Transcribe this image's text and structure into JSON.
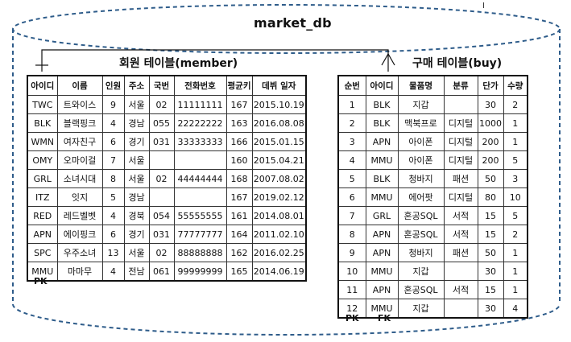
{
  "database": {
    "name": "market_db"
  },
  "member_table": {
    "title": "회원 테이블(member)",
    "columns": [
      "아이디",
      "이름",
      "인원",
      "주소",
      "국번",
      "전화번호",
      "평균키",
      "데뷔 일자"
    ],
    "rows": [
      [
        "TWC",
        "트와이스",
        "9",
        "서울",
        "02",
        "11111111",
        "167",
        "2015.10.19"
      ],
      [
        "BLK",
        "블랙핑크",
        "4",
        "경남",
        "055",
        "22222222",
        "163",
        "2016.08.08"
      ],
      [
        "WMN",
        "여자친구",
        "6",
        "경기",
        "031",
        "33333333",
        "166",
        "2015.01.15"
      ],
      [
        "OMY",
        "오마이걸",
        "7",
        "서울",
        "",
        "",
        "160",
        "2015.04.21"
      ],
      [
        "GRL",
        "소녀시대",
        "8",
        "서울",
        "02",
        "44444444",
        "168",
        "2007.08.02"
      ],
      [
        "ITZ",
        "잇지",
        "5",
        "경남",
        "",
        "",
        "167",
        "2019.02.12"
      ],
      [
        "RED",
        "레드벨벳",
        "4",
        "경북",
        "054",
        "55555555",
        "161",
        "2014.08.01"
      ],
      [
        "APN",
        "에이핑크",
        "6",
        "경기",
        "031",
        "77777777",
        "164",
        "2011.02.10"
      ],
      [
        "SPC",
        "우주소녀",
        "13",
        "서울",
        "02",
        "88888888",
        "162",
        "2016.02.25"
      ],
      [
        "MMU",
        "마마무",
        "4",
        "전남",
        "061",
        "99999999",
        "165",
        "2014.06.19"
      ]
    ],
    "pk_label": "PK"
  },
  "buy_table": {
    "title": "구매 테이블(buy)",
    "columns": [
      "순번",
      "아이디",
      "물품명",
      "분류",
      "단가",
      "수량"
    ],
    "rows": [
      [
        "1",
        "BLK",
        "지갑",
        "",
        "30",
        "2"
      ],
      [
        "2",
        "BLK",
        "맥북프로",
        "디지털",
        "1000",
        "1"
      ],
      [
        "3",
        "APN",
        "아이폰",
        "디지털",
        "200",
        "1"
      ],
      [
        "4",
        "MMU",
        "아이폰",
        "디지털",
        "200",
        "5"
      ],
      [
        "5",
        "BLK",
        "청바지",
        "패션",
        "50",
        "3"
      ],
      [
        "6",
        "MMU",
        "에어팟",
        "디지털",
        "80",
        "10"
      ],
      [
        "7",
        "GRL",
        "혼공SQL",
        "서적",
        "15",
        "5"
      ],
      [
        "8",
        "APN",
        "혼공SQL",
        "서적",
        "15",
        "2"
      ],
      [
        "9",
        "APN",
        "청바지",
        "패션",
        "50",
        "1"
      ],
      [
        "10",
        "MMU",
        "지갑",
        "",
        "30",
        "1"
      ],
      [
        "11",
        "APN",
        "혼공SQL",
        "서적",
        "15",
        "1"
      ],
      [
        "12",
        "MMU",
        "지갑",
        "",
        "30",
        "4"
      ]
    ],
    "pk_label": "PK",
    "fk_label": "FK"
  },
  "colors": {
    "cylinder_border": "#2e5c8a",
    "line": "#111111"
  }
}
